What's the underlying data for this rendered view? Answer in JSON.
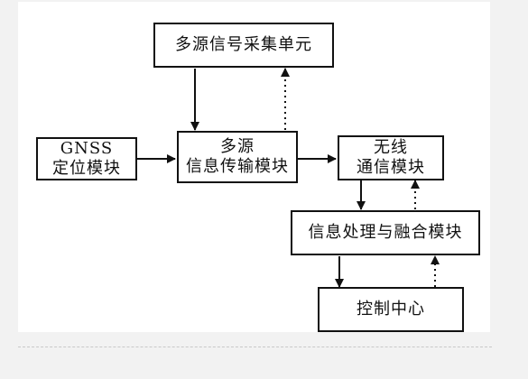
{
  "diagram": {
    "nodes": {
      "acquisition": {
        "line1": "多源信号采集单元"
      },
      "gnss": {
        "line1": "GNSS",
        "line2": "定位模块"
      },
      "transmission": {
        "line1": "多源",
        "line2": "信息传输模块"
      },
      "wireless": {
        "line1": "无线",
        "line2": "通信模块"
      },
      "fusion": {
        "line1": "信息处理与融合模块"
      },
      "control": {
        "line1": "控制中心"
      }
    },
    "edges": [
      {
        "from": "acquisition",
        "to": "transmission",
        "style": "solid"
      },
      {
        "from": "transmission",
        "to": "acquisition",
        "style": "dotted"
      },
      {
        "from": "gnss",
        "to": "transmission",
        "style": "solid"
      },
      {
        "from": "transmission",
        "to": "wireless",
        "style": "solid"
      },
      {
        "from": "wireless",
        "to": "fusion",
        "style": "solid"
      },
      {
        "from": "fusion",
        "to": "wireless",
        "style": "dotted"
      },
      {
        "from": "fusion",
        "to": "control",
        "style": "solid"
      },
      {
        "from": "control",
        "to": "fusion",
        "style": "dotted"
      }
    ],
    "colors": {
      "line": "#111111",
      "box_fill": "#ffffff",
      "page_bg": "#f2f2f2"
    }
  }
}
